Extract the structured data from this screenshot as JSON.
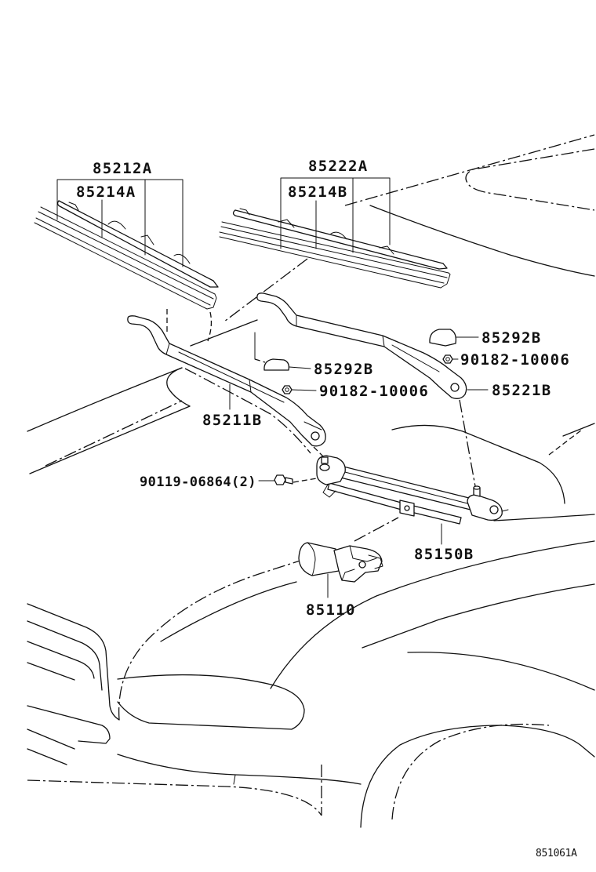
{
  "diagram": {
    "code": "851061A",
    "callouts": {
      "blade_left": "85212A",
      "refill_left": "85214A",
      "blade_right": "85222A",
      "refill_right": "85214B",
      "cap_right": "85292B",
      "nut_right": "90182-10006",
      "cap_left": "85292B",
      "nut_left": "90182-10006",
      "arm_right": "85221B",
      "arm_left": "85211B",
      "bolt": "90119-06864(2)",
      "link": "85150B",
      "motor": "85110"
    }
  }
}
